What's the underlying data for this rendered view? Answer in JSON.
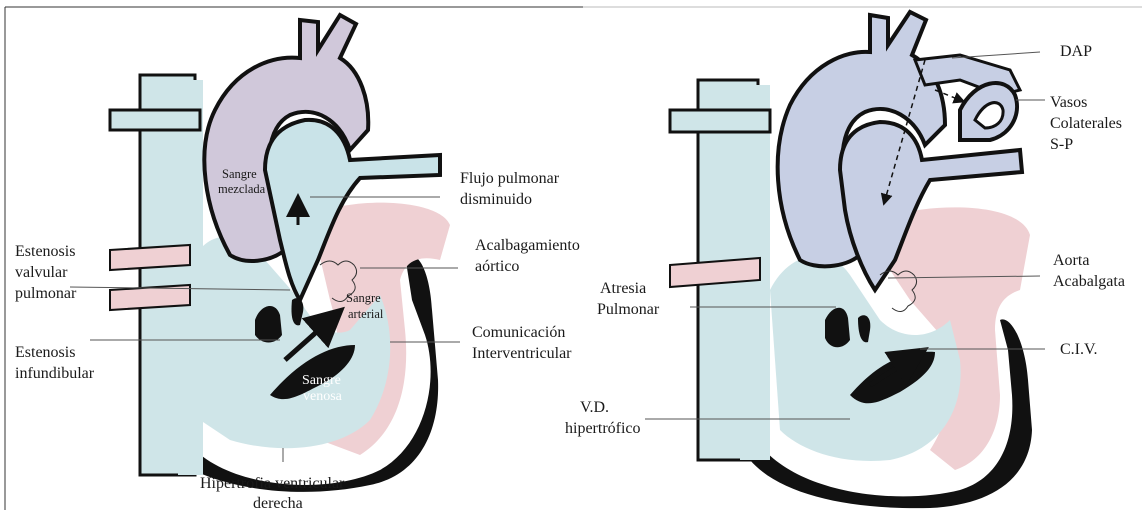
{
  "colors": {
    "venous_blue": "#cfe5e8",
    "arterial_pink": "#efd0d3",
    "aorta_lilac": "#d0c8da",
    "pulmonary_blue": "#c7cfe4",
    "muscle_black": "#111111",
    "outline": "#111111"
  },
  "left_diagram": {
    "labels": {
      "sangre_mezclada_1": "Sangre",
      "sangre_mezclada_2": "mezclada",
      "flujo_pulmonar_1": "Flujo pulmonar",
      "flujo_pulmonar_2": "disminuido",
      "acalbagamiento_1": "Acalbagamiento",
      "acalbagamiento_2": "aórtico",
      "estenosis_valvular_1": "Estenosis",
      "estenosis_valvular_2": "valvular",
      "estenosis_valvular_3": "pulmonar",
      "sangre_arterial_1": "Sangre",
      "sangre_arterial_2": "arterial",
      "comunicacion_1": "Comunicación",
      "comunicacion_2": "Interventricular",
      "estenosis_infundibular_1": "Estenosis",
      "estenosis_infundibular_2": "infundibular",
      "sangre_venosa_1": "Sangre",
      "sangre_venosa_2": "venosa",
      "hipertrofia_1": "Hipertrofia ventricular",
      "hipertrofia_2": "derecha"
    }
  },
  "right_diagram": {
    "labels": {
      "dap": "DAP",
      "vasos_1": "Vasos",
      "vasos_2": "Colaterales",
      "vasos_3": "S-P",
      "atresia_1": "Atresia",
      "atresia_2": "Pulmonar",
      "aorta_1": "Aorta",
      "aorta_2": "Acabalgata",
      "civ": "C.I.V.",
      "vd_1": "V.D.",
      "vd_2": "hipertrófico"
    }
  }
}
